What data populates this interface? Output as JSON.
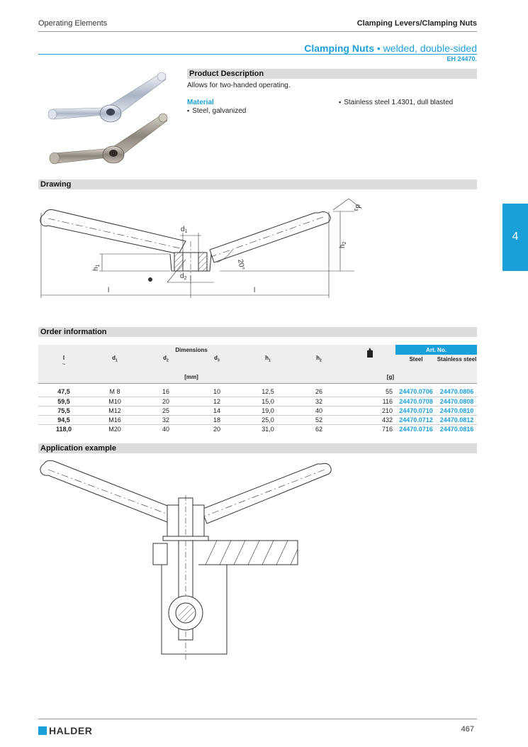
{
  "header": {
    "left": "Operating Elements",
    "right": "Clamping Levers/Clamping Nuts"
  },
  "title": {
    "main": "Clamping Nuts",
    "bullet": "•",
    "sub": "welded, double-sided",
    "code": "EH 24470."
  },
  "product": {
    "heading": "Product Description",
    "text": "Allows for two-handed operating.",
    "material_label": "Material",
    "material_1": "Steel, galvanized",
    "material_2": "Stainless steel 1.4301, dull blasted"
  },
  "drawing": {
    "heading": "Drawing",
    "labels": {
      "d1": "d",
      "d1s": "1",
      "d2": "d",
      "d2s": "2",
      "d3": "d",
      "d3s": "3",
      "h1": "h",
      "h1s": "1",
      "h2": "h",
      "h2s": "2",
      "angle": "20°",
      "l_left": "l",
      "l_right": "l"
    }
  },
  "order": {
    "heading": "Order information",
    "dimensions_label": "Dimensions",
    "artno_label": "Art. No.",
    "columns": [
      {
        "main": "l",
        "sub": "",
        "extra": "~"
      },
      {
        "main": "d",
        "sub": "1",
        "extra": ""
      },
      {
        "main": "d",
        "sub": "2",
        "extra": ""
      },
      {
        "main": "d",
        "sub": "3",
        "extra": ""
      },
      {
        "main": "h",
        "sub": "1",
        "extra": ""
      },
      {
        "main": "h",
        "sub": "2",
        "extra": ""
      }
    ],
    "unit_mm": "[mm]",
    "unit_g": "[g]",
    "steel_label": "Steel",
    "stainless_label": "Stainless steel",
    "rows": [
      {
        "l": "47,5",
        "d1": "M  8",
        "d2": "16",
        "d3": "10",
        "h1": "12,5",
        "h2": "26",
        "g": "55",
        "steel": "24470.0706",
        "stainless": "24470.0806"
      },
      {
        "l": "59,5",
        "d1": "M10",
        "d2": "20",
        "d3": "12",
        "h1": "15,0",
        "h2": "32",
        "g": "116",
        "steel": "24470.0708",
        "stainless": "24470.0808"
      },
      {
        "l": "75,5",
        "d1": "M12",
        "d2": "25",
        "d3": "14",
        "h1": "19,0",
        "h2": "40",
        "g": "210",
        "steel": "24470.0710",
        "stainless": "24470.0810"
      },
      {
        "l": "94,5",
        "d1": "M16",
        "d2": "32",
        "d3": "18",
        "h1": "25,0",
        "h2": "52",
        "g": "432",
        "steel": "24470.0712",
        "stainless": "24470.0812"
      },
      {
        "l": "118,0",
        "d1": "M20",
        "d2": "40",
        "d3": "20",
        "h1": "31,0",
        "h2": "62",
        "g": "716",
        "steel": "24470.0716",
        "stainless": "24470.0816"
      }
    ]
  },
  "application": {
    "heading": "Application example"
  },
  "side_tab": "4",
  "footer": {
    "logo": "HALDER",
    "page": "467"
  },
  "colors": {
    "accent": "#1aa0d8",
    "section_bar": "#dcdcdc"
  }
}
